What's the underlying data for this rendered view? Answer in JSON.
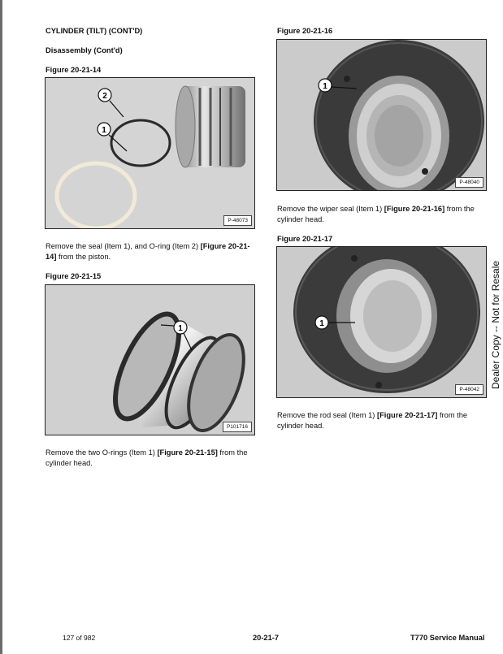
{
  "left": {
    "section_title": "CYLINDER (TILT) (CONT'D)",
    "subsection": "Disassembly (Cont'd)",
    "fig14": {
      "label": "Figure 20-21-14",
      "photo_no": "P-48073",
      "callouts": [
        "1",
        "2"
      ],
      "caption_plain1": "Remove the seal (Item 1), and O-ring (Item 2) ",
      "caption_ref": "[Figure 20-21-14]",
      "caption_plain2": " from the piston."
    },
    "fig15": {
      "label": "Figure 20-21-15",
      "photo_no": "P101716",
      "callouts": [
        "1"
      ],
      "caption_plain1": "Remove the two O-rings (Item 1) ",
      "caption_ref": "[Figure 20-21-15]",
      "caption_plain2": " from the cylinder head."
    }
  },
  "right": {
    "fig16": {
      "label": "Figure 20-21-16",
      "photo_no": "P-48040",
      "callouts": [
        "1"
      ],
      "caption_plain1": "Remove the wiper seal (Item 1) ",
      "caption_ref": "[Figure 20-21-16]",
      "caption_plain2": " from the cylinder head."
    },
    "fig17": {
      "label": "Figure 20-21-17",
      "photo_no": "P-48042",
      "callouts": [
        "1"
      ],
      "caption_plain1": "Remove the rod seal (Item 1) ",
      "caption_ref": "[Figure 20-21-17]",
      "caption_plain2": " from the cylinder head."
    }
  },
  "watermark": "Dealer Copy -- Not for Resale",
  "footer": {
    "page_count": "127 of 982",
    "page_code": "20-21-7",
    "manual": "T770 Service Manual"
  }
}
